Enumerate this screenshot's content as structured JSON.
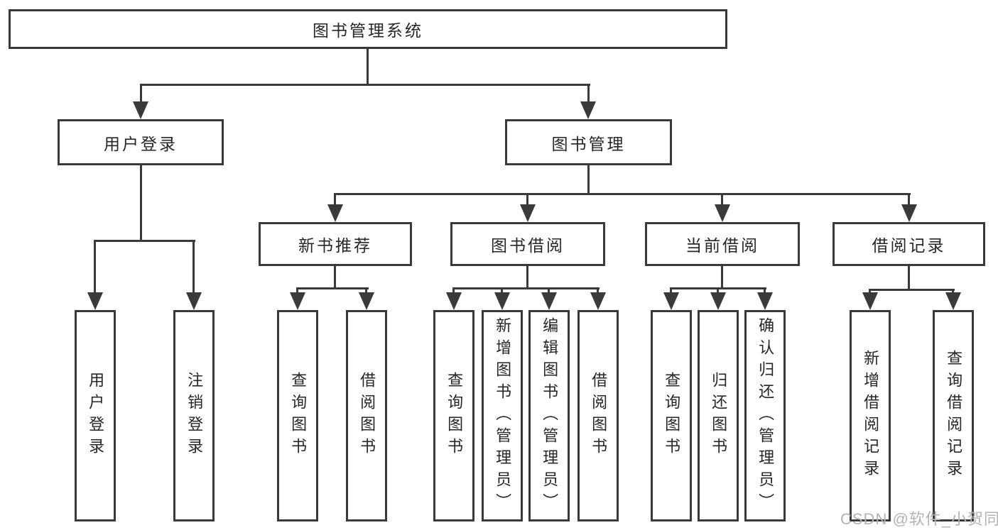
{
  "diagram": {
    "root": "图书管理系统",
    "level2": {
      "user_login": "用户登录",
      "book_management": "图书管理"
    },
    "level3": {
      "new_book_recommend": "新书推荐",
      "book_borrow": "图书借阅",
      "current_borrow": "当前借阅",
      "borrow_records": "借阅记录"
    },
    "leaves": {
      "user_login": "用户登录",
      "logout": "注销登录",
      "query_books_1": "查询图书",
      "borrow_books_1": "借阅图书",
      "query_books_2": "查询图书",
      "add_books_admin": "新增图书（管理员）",
      "edit_books_admin": "编辑图书（管理员）",
      "borrow_books_2": "借阅图书",
      "query_books_3": "查询图书",
      "return_books": "归还图书",
      "confirm_return_admin": "确认归还（管理员）",
      "add_borrow_record": "新增借阅记录",
      "query_borrow_record": "查询借阅记录"
    },
    "watermark": "CSDN @软件_小贺同学",
    "colors": {
      "line": "#3a3a3a",
      "text": "#262626",
      "watermark": "#b3b3b3",
      "background": "#ffffff"
    }
  }
}
